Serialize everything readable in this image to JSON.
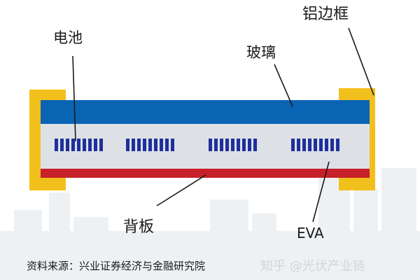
{
  "labels": {
    "cell": "电池",
    "glass": "玻璃",
    "frame": "铝边框",
    "backsheet": "背板",
    "eva": "EVA"
  },
  "source": "资料来源：兴业证券经济与金融研究院",
  "watermark": "知乎 @光伏产业链",
  "colors": {
    "frame": "#f2c01c",
    "glass": "#0a64b4",
    "eva_layer": "#dde1e6",
    "backsheet": "#c8202a",
    "cell": "#1f2f9c",
    "skyline": "#eef1f3"
  },
  "cell_groups": 4,
  "bars_per_group": 9
}
